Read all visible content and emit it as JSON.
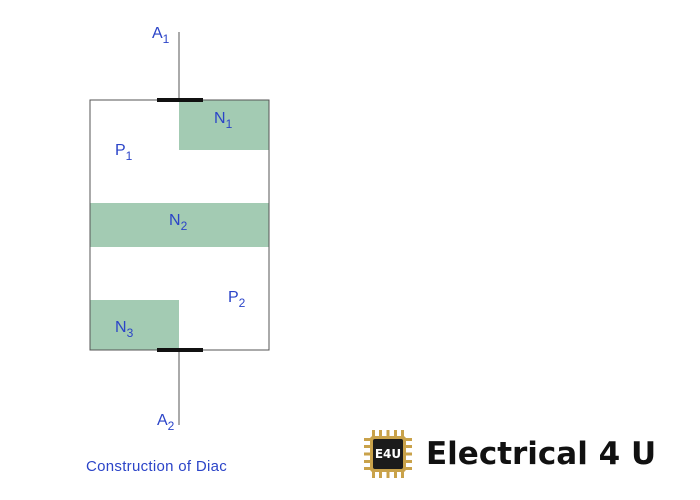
{
  "colors": {
    "label": "#2b44c8",
    "n_region_fill": "#a3cbb3",
    "outline": "#555555",
    "contact": "#111111",
    "chip_gold": "#c9a24a",
    "chip_dark": "#1b1b1b"
  },
  "diagram": {
    "terminals": {
      "top": {
        "main": "A",
        "sub": "1"
      },
      "bottom": {
        "main": "A",
        "sub": "2"
      }
    },
    "regions": {
      "p1": {
        "main": "P",
        "sub": "1"
      },
      "p2": {
        "main": "P",
        "sub": "2"
      },
      "n1": {
        "main": "N",
        "sub": "1"
      },
      "n2": {
        "main": "N",
        "sub": "2"
      },
      "n3": {
        "main": "N",
        "sub": "3"
      }
    },
    "caption": "Construction of Diac"
  },
  "brand": {
    "logo_text": "E4U",
    "logo_icon": "microchip-icon",
    "name": "Electrical 4 U"
  }
}
